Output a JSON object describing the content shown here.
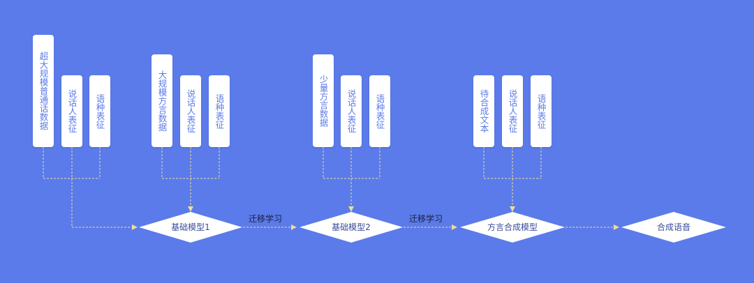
{
  "colors": {
    "background": "#5b7bea",
    "card": "#ffffff",
    "card_text": "#5b7bea",
    "connector": "#e9dd9a",
    "diamond_text": "#3b4a9a"
  },
  "groups": [
    {
      "cards": [
        "超大规模普通话数据",
        "说话人表征",
        "语种表征"
      ]
    },
    {
      "cards": [
        "大规模方言数据",
        "说话人表征",
        "语种表征"
      ]
    },
    {
      "cards": [
        "少量方言数据",
        "说话人表征",
        "语种表征"
      ]
    },
    {
      "cards": [
        "待合成文本",
        "说话人表征",
        "语种表征"
      ]
    }
  ],
  "nodes": [
    "基础模型1",
    "基础模型2",
    "方言合成模型",
    "合成语音"
  ],
  "edges": [
    "迁移学习",
    "迁移学习"
  ]
}
